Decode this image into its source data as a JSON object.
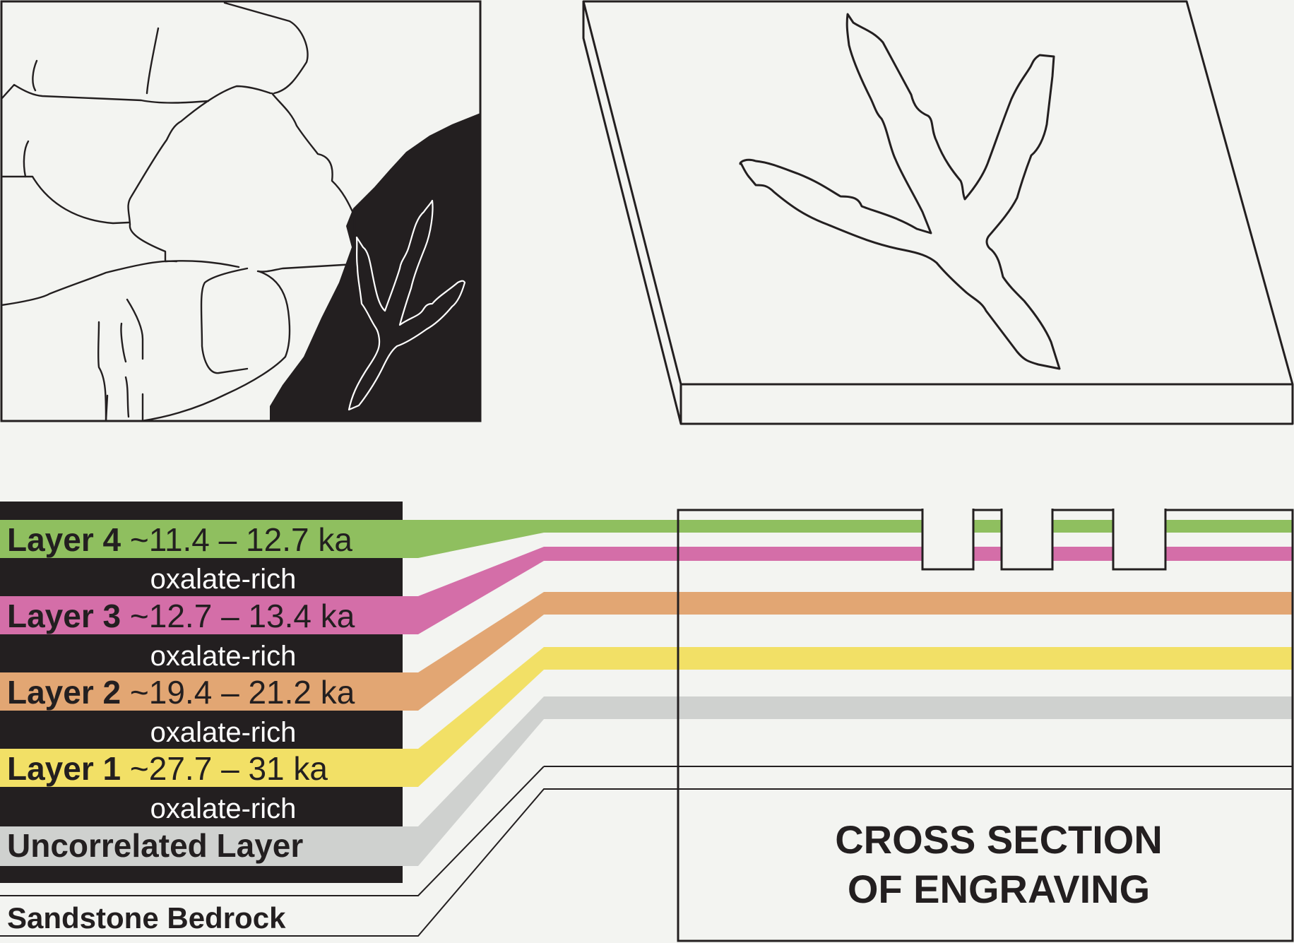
{
  "colors": {
    "background": "#f3f4f1",
    "ink": "#231f20",
    "layer4": "#8fbf5f",
    "layer3": "#d46ea8",
    "layer2": "#e2a673",
    "layer1": "#f2e066",
    "uncorrelated": "#cfd1cf",
    "black_band": "#231f20"
  },
  "layers": [
    {
      "id": "layer4",
      "name": "Layer 4",
      "age": "~11.4 – 12.7 ka"
    },
    {
      "id": "layer3",
      "name": "Layer 3",
      "age": "~12.7 – 13.4 ka"
    },
    {
      "id": "layer2",
      "name": "Layer 2",
      "age": "~19.4 – 21.2 ka"
    },
    {
      "id": "layer1",
      "name": "Layer 1",
      "age": "~27.7 – 31 ka"
    }
  ],
  "oxalate_labels": [
    "oxalate-rich",
    "oxalate-rich",
    "oxalate-rich",
    "oxalate-rich"
  ],
  "uncorrelated_label": "Uncorrelated Layer",
  "bedrock_label": "Sandstone Bedrock",
  "cross_section": {
    "line1": "CROSS SECTION",
    "line2": "OF ENGRAVING"
  }
}
